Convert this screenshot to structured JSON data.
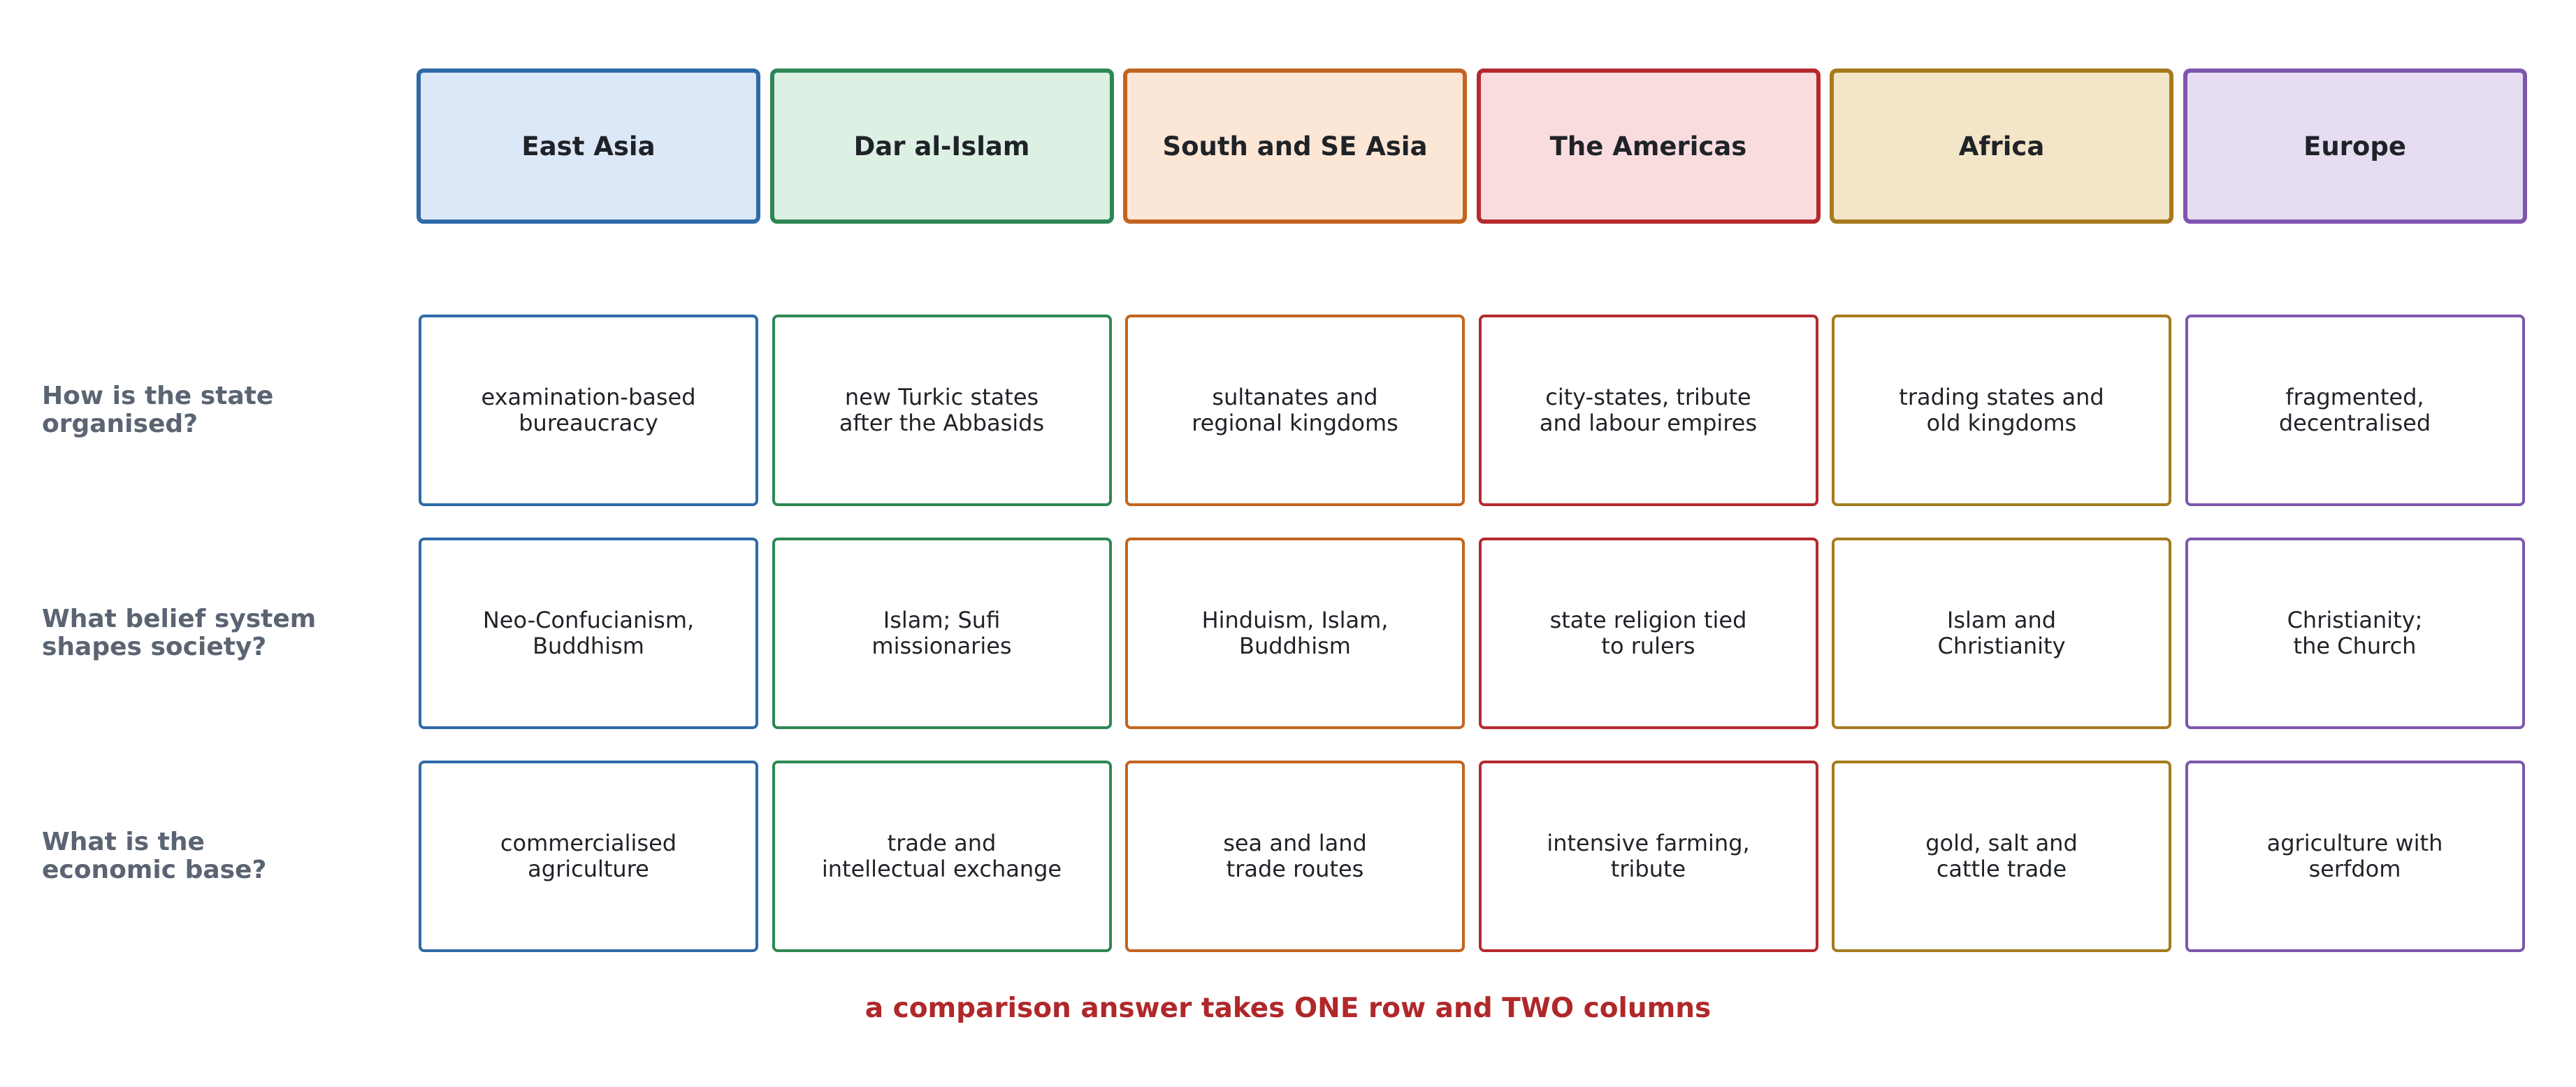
{
  "columns": [
    {
      "label": "East Asia",
      "color": "#2f6aa8",
      "fill": "#dce8f7"
    },
    {
      "label": "Dar al-Islam",
      "color": "#2e8753",
      "fill": "#dcf0e3"
    },
    {
      "label": "South and SE Asia",
      "color": "#c2641f",
      "fill": "#fce6d5"
    },
    {
      "label": "The Americas",
      "color": "#b52a2f",
      "fill": "#f8dcde"
    },
    {
      "label": "Africa",
      "color": "#a67b1e",
      "fill": "#f3e5c7"
    },
    {
      "label": "Europe",
      "color": "#7d56ad",
      "fill": "#e7ddf3"
    }
  ],
  "rows": [
    {
      "question": "How is the state\norganised?",
      "cells": [
        "examination-based\nbureaucracy",
        "new Turkic states\nafter the Abbasids",
        "sultanates and\nregional kingdoms",
        "city-states, tribute\nand labour empires",
        "trading states and\nold kingdoms",
        "fragmented,\ndecentralised"
      ]
    },
    {
      "question": "What belief system\nshapes society?",
      "cells": [
        "Neo-Confucianism,\nBuddhism",
        "Islam; Sufi\nmissionaries",
        "Hinduism, Islam,\nBuddhism",
        "state religion tied\nto rulers",
        "Islam and\nChristianity",
        "Christianity;\nthe Church"
      ]
    },
    {
      "question": "What is the\neconomic base?",
      "cells": [
        "commercialised\nagriculture",
        "trade and\nintellectual exchange",
        "sea and land\ntrade routes",
        "intensive farming,\ntribute",
        "gold, salt and\ncattle trade",
        "agriculture with\nserfdom"
      ]
    }
  ],
  "footer_note": "a comparison answer takes ONE row and TWO columns"
}
